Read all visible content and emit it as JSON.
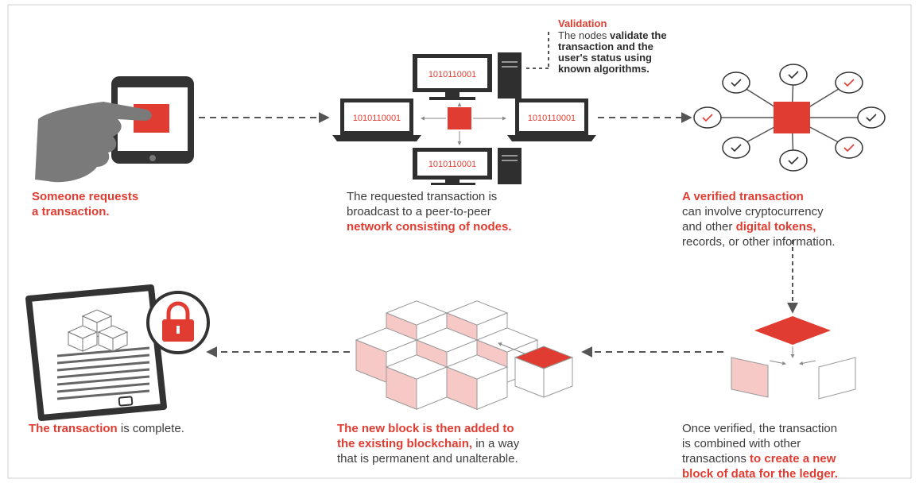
{
  "colors": {
    "accent": "#e03c31",
    "pink": "#f6c9c6",
    "line": "#555555",
    "text": "#3c3c3c"
  },
  "validation": {
    "title": "Validation",
    "pre": "The nodes ",
    "bold1": "validate the",
    "line2": "transaction and the",
    "line3": "user's status using",
    "line4": "known algorithms."
  },
  "node_code": "1010110001",
  "steps": {
    "request": {
      "line1": "Someone requests",
      "line2": "a transaction."
    },
    "broadcast": {
      "line1": "The requested transaction is",
      "line2": "broadcast to a peer-to-peer",
      "line3": "network consisting of nodes."
    },
    "verified": {
      "hl": "A verified transaction",
      "l2": "can involve cryptocurrency",
      "l3a": "and other ",
      "l3b": "digital tokens,",
      "l4": "records, or other information."
    },
    "combined": {
      "l1": "Once verified, the transaction",
      "l2": "is combined with other",
      "l3a": "transactions ",
      "l3b": "to create a new",
      "l4": "block of data for the ledger."
    },
    "added": {
      "l1": "The new block is then added to",
      "l2a": "the existing blockchain,",
      "l2b": " in a way",
      "l3": "that is permanent and unalterable."
    },
    "complete": {
      "hl": "The transaction",
      "rest": " is complete."
    }
  },
  "icons": {
    "hand": "hand-tapping-phone-icon",
    "padlock": "padlock-icon",
    "check": "checkmark-icon"
  }
}
